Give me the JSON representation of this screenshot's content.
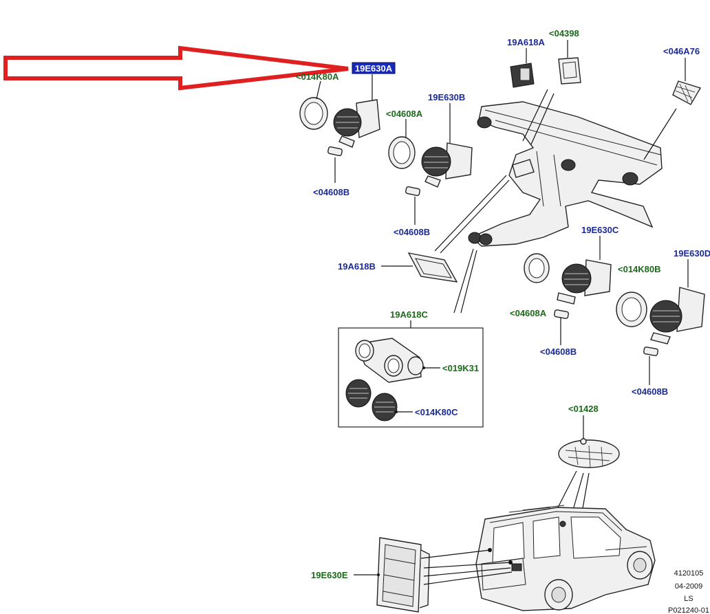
{
  "colors": {
    "arrow": "#e02020",
    "highlight_box": "#1a2ab8",
    "highlight_text": "#ffffff",
    "label_blue": "#1a2a9a",
    "label_green": "#1a6a1a"
  },
  "highlight_label": "19E630A",
  "labels": {
    "l_014K80A": "<014K80A",
    "l_04608B_1": "<04608B",
    "l_04608A_1": "<04608A",
    "l_19E630B": "19E630B",
    "l_04608B_2": "<04608B",
    "l_19A618A": "19A618A",
    "l_04398": "<04398",
    "l_046A76": "<046A76",
    "l_19A618B": "19A618B",
    "l_19E630C": "19E630C",
    "l_014K80B": "<014K80B",
    "l_19E630D": "19E630D",
    "l_04608A_2": "<04608A",
    "l_04608B_3": "<04608B",
    "l_04608B_4": "<04608B",
    "l_19A618C": "19A618C",
    "l_019K31": "<019K31",
    "l_014K80C": "<014K80C",
    "l_01428": "<01428",
    "l_19E630E": "19E630E"
  },
  "footer": {
    "line1": "4120105",
    "line2": "04-2009",
    "line3": "LS",
    "line4": "P021240-01"
  }
}
